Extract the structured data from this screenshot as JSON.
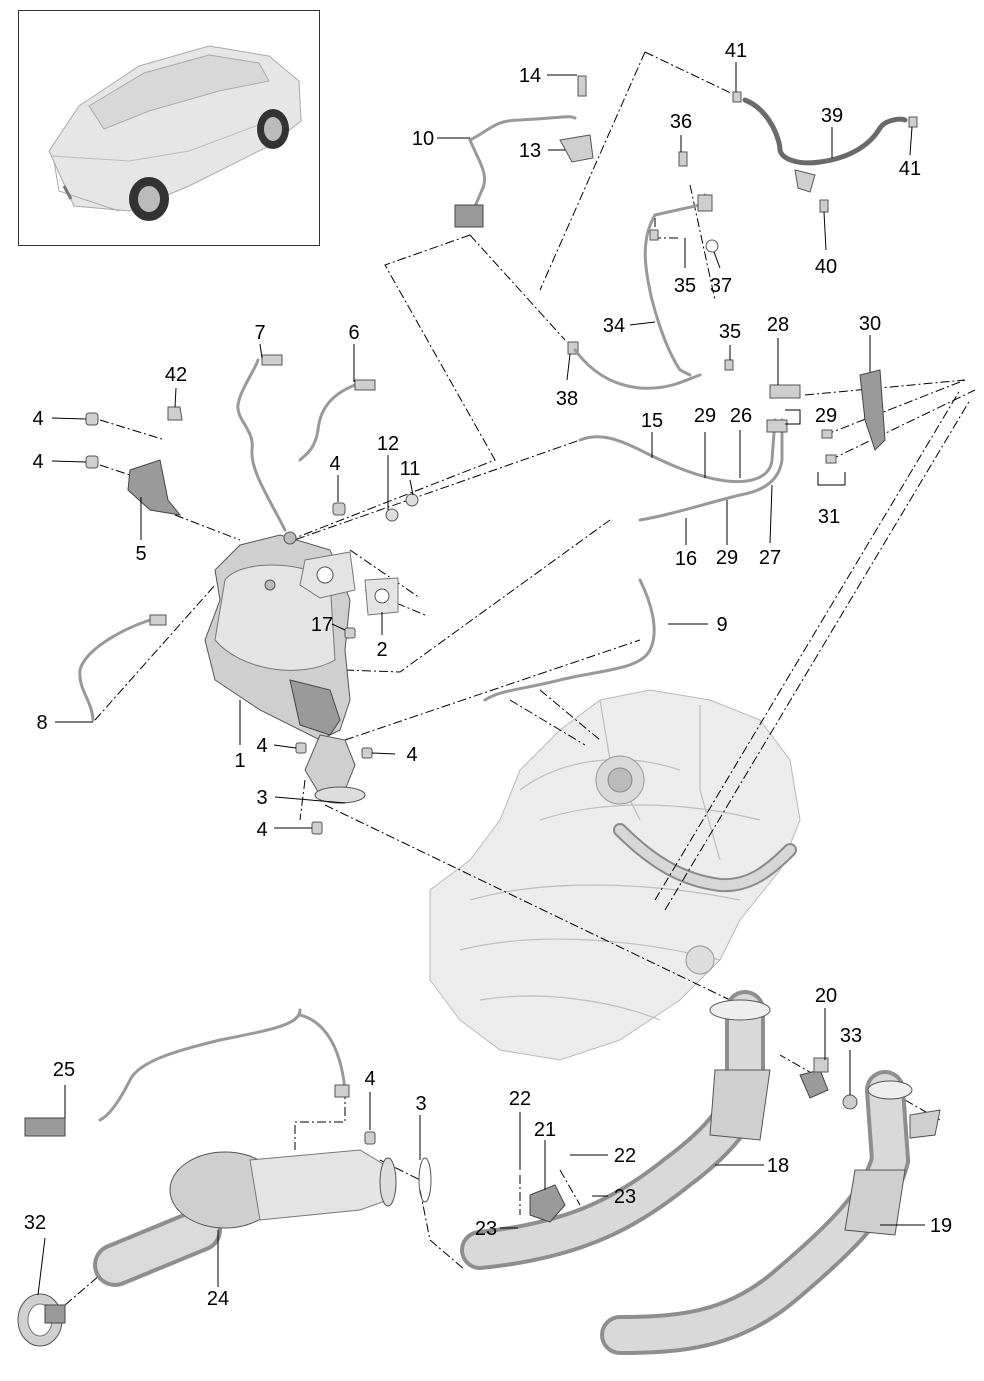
{
  "callouts": [
    {
      "id": "c1",
      "label": "1"
    },
    {
      "id": "c2",
      "label": "2"
    },
    {
      "id": "c3a",
      "label": "3"
    },
    {
      "id": "c3b",
      "label": "3"
    },
    {
      "id": "c4a",
      "label": "4"
    },
    {
      "id": "c4b",
      "label": "4"
    },
    {
      "id": "c4c",
      "label": "4"
    },
    {
      "id": "c4d",
      "label": "4"
    },
    {
      "id": "c4e",
      "label": "4"
    },
    {
      "id": "c4f",
      "label": "4"
    },
    {
      "id": "c4g",
      "label": "4"
    },
    {
      "id": "c5",
      "label": "5"
    },
    {
      "id": "c6",
      "label": "6"
    },
    {
      "id": "c7",
      "label": "7"
    },
    {
      "id": "c8",
      "label": "8"
    },
    {
      "id": "c9",
      "label": "9"
    },
    {
      "id": "c10",
      "label": "10"
    },
    {
      "id": "c11",
      "label": "11"
    },
    {
      "id": "c12",
      "label": "12"
    },
    {
      "id": "c13",
      "label": "13"
    },
    {
      "id": "c14",
      "label": "14"
    },
    {
      "id": "c15",
      "label": "15"
    },
    {
      "id": "c16",
      "label": "16"
    },
    {
      "id": "c17",
      "label": "17"
    },
    {
      "id": "c18",
      "label": "18"
    },
    {
      "id": "c19",
      "label": "19"
    },
    {
      "id": "c20",
      "label": "20"
    },
    {
      "id": "c21",
      "label": "21"
    },
    {
      "id": "c22a",
      "label": "22"
    },
    {
      "id": "c22b",
      "label": "22"
    },
    {
      "id": "c23a",
      "label": "23"
    },
    {
      "id": "c23b",
      "label": "23"
    },
    {
      "id": "c24",
      "label": "24"
    },
    {
      "id": "c25",
      "label": "25"
    },
    {
      "id": "c26",
      "label": "26"
    },
    {
      "id": "c27",
      "label": "27"
    },
    {
      "id": "c28",
      "label": "28"
    },
    {
      "id": "c29a",
      "label": "29"
    },
    {
      "id": "c29b",
      "label": "29"
    },
    {
      "id": "c29c",
      "label": "29"
    },
    {
      "id": "c30",
      "label": "30"
    },
    {
      "id": "c31",
      "label": "31"
    },
    {
      "id": "c32",
      "label": "32"
    },
    {
      "id": "c33",
      "label": "33"
    },
    {
      "id": "c34",
      "label": "34"
    },
    {
      "id": "c35a",
      "label": "35"
    },
    {
      "id": "c35b",
      "label": "35"
    },
    {
      "id": "c36",
      "label": "36"
    },
    {
      "id": "c37",
      "label": "37"
    },
    {
      "id": "c38",
      "label": "38"
    },
    {
      "id": "c39",
      "label": "39"
    },
    {
      "id": "c40",
      "label": "40"
    },
    {
      "id": "c41a",
      "label": "41"
    },
    {
      "id": "c41b",
      "label": "41"
    },
    {
      "id": "c42",
      "label": "42"
    }
  ],
  "colors": {
    "part_fill": "#cfcfcf",
    "engine_fill": "#ececec",
    "line": "#000000"
  }
}
